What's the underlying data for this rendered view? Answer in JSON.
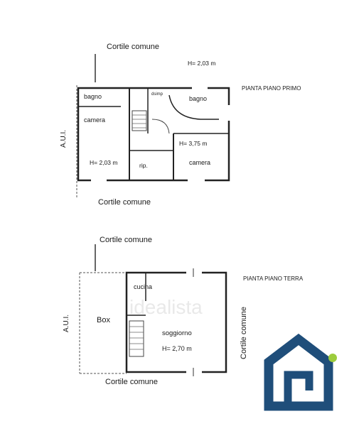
{
  "upper_floor": {
    "plan_title": "PIANTA PIANO PRIMO",
    "courtyard_top": "Cortile comune",
    "courtyard_bottom": "Cortile comune",
    "side_label": "A.U.I.",
    "height_top": "H= 2,03 m",
    "height_mid": "H= 3,75 m",
    "height_left": "H= 2,03 m",
    "rooms": {
      "bathroom_left": "bagno",
      "bedroom_left": "camera",
      "closet": "rip.",
      "bathroom_right": "bagno",
      "bedroom_right": "camera",
      "storage": "dsimp"
    }
  },
  "ground_floor": {
    "plan_title": "PIANTA PIANO TERRA",
    "courtyard_top": "Cortile comune",
    "courtyard_bottom": "Cortile comune",
    "courtyard_right": "Cortile comune",
    "side_label": "A.U.I.",
    "garage": "Box",
    "kitchen": "cucina",
    "living_room": "soggiorno",
    "height": "H= 2,70 m"
  },
  "watermark": "idealista",
  "logo": {
    "primary_color": "#1f4e7a",
    "accent_color": "#9ccc3c"
  }
}
